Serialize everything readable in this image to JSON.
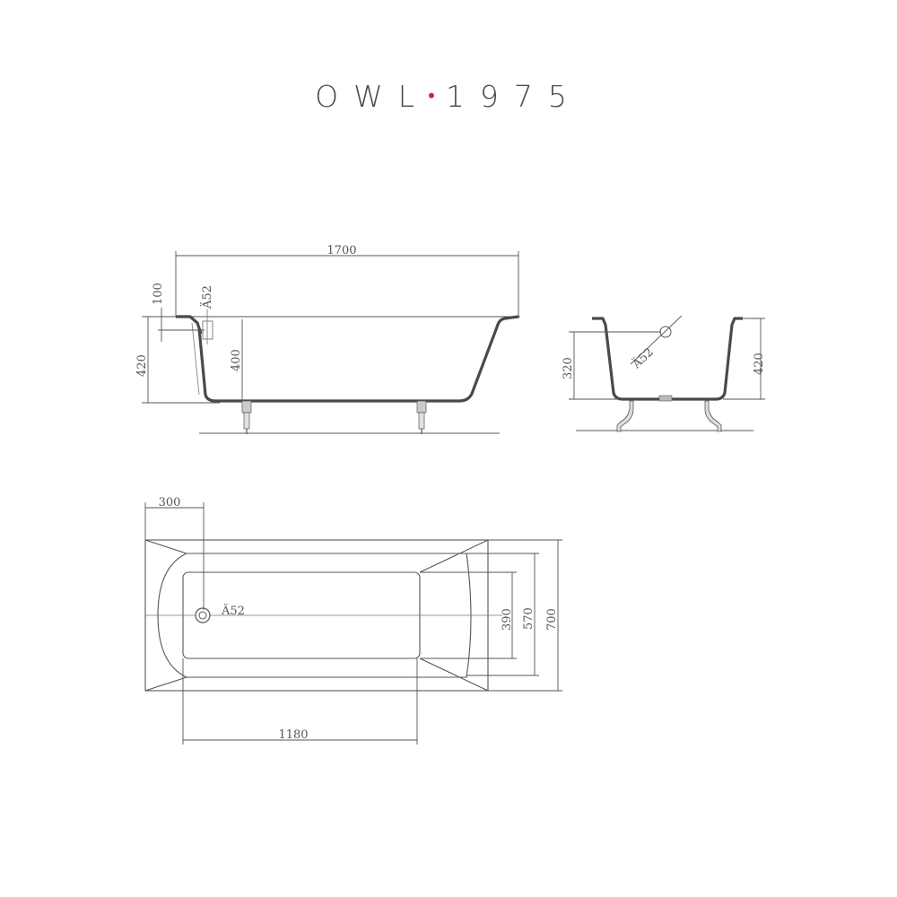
{
  "brand": {
    "name": "OWL",
    "separator": "•",
    "year": "1975",
    "dot_color": "#e31e24"
  },
  "side_view": {
    "length_label": "1700",
    "rim_label": "100",
    "overall_height_label": "420",
    "inner_depth_label": "400",
    "drain_label": "Ä52"
  },
  "end_view": {
    "inner_depth_label": "320",
    "overall_height_label": "420",
    "drain_label": "Ä52"
  },
  "top_view": {
    "drain_offset_label": "300",
    "drain_label": "Ä52",
    "inner_width_label": "390",
    "mid_width_label": "570",
    "outer_width_label": "700",
    "inner_length_label": "1180"
  }
}
